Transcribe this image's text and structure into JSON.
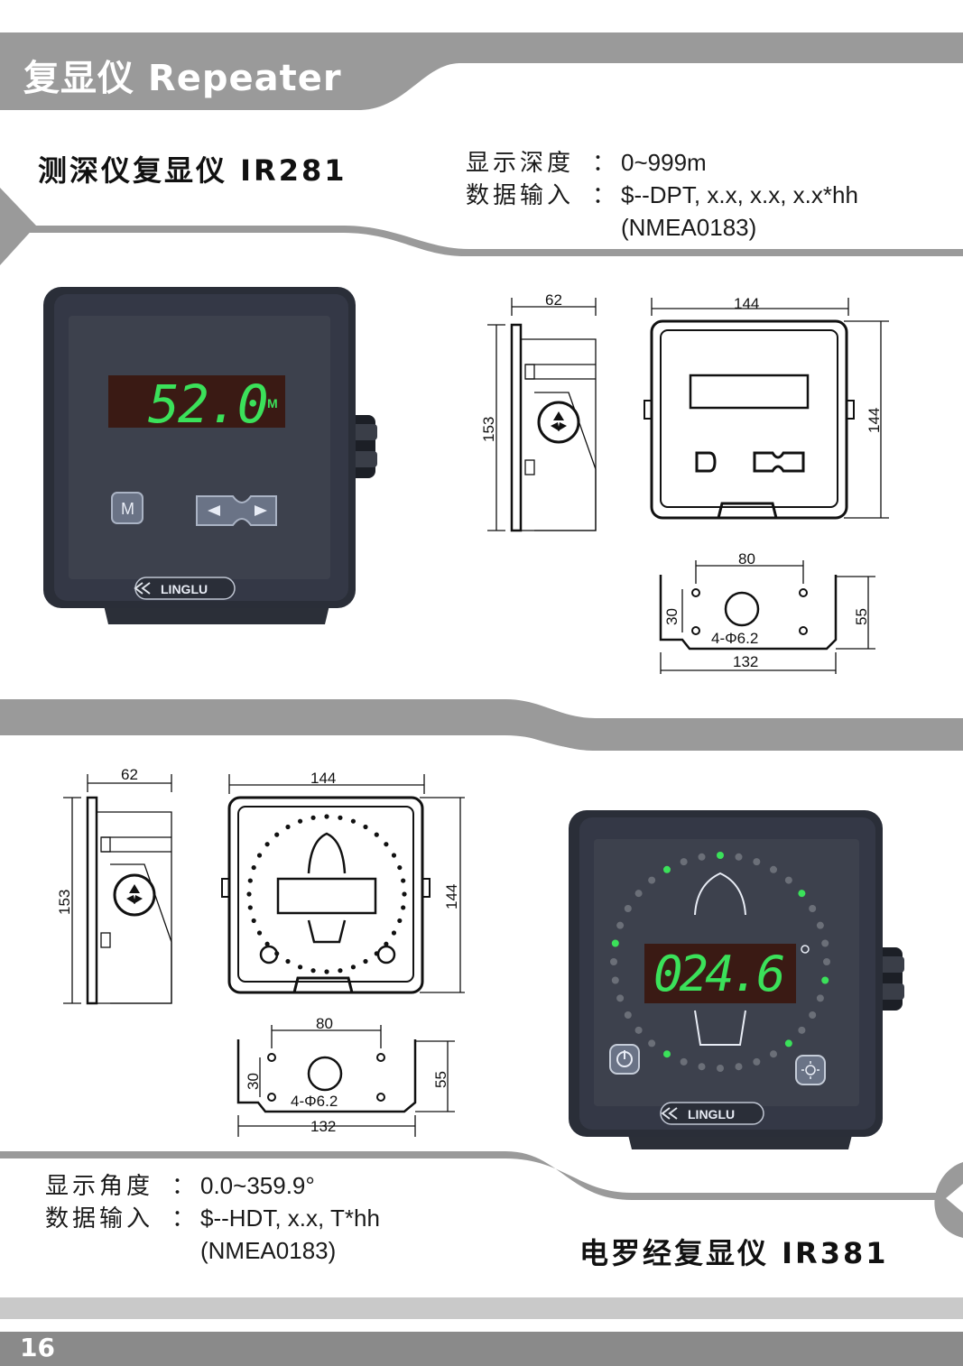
{
  "header": {
    "title": "复显仪 Repeater"
  },
  "product1": {
    "title": "测深仪复显仪   IR281",
    "spec1_label": "显示深度",
    "spec1_colon": "：",
    "spec1_value": "0~999m",
    "spec2_label": "数据输入",
    "spec2_colon": "：",
    "spec2_value": "$--DPT, x.x, x.x, x.x*hh",
    "spec2_value2": "(NMEA0183)",
    "display": "52.0",
    "unit": "M",
    "button_m": "M",
    "logo": "LINGLU",
    "dims": {
      "side_width": "62",
      "side_height": "153",
      "front_width": "144",
      "front_height": "144",
      "hole_span": "80",
      "hole_offset": "30",
      "bracket_height": "55",
      "holes": "4-Φ6.2",
      "bracket_width": "132"
    }
  },
  "product2": {
    "title": "电罗经复显仪  IR381",
    "spec1_label": "显示角度",
    "spec1_colon": "：",
    "spec1_value": "0.0~359.9°",
    "spec2_label": "数据输入",
    "spec2_colon": "：",
    "spec2_value": "$--HDT, x.x, T*hh",
    "spec2_value2": "(NMEA0183)",
    "display": "024.6",
    "logo": "LINGLU",
    "dims": {
      "side_width": "62",
      "side_height": "153",
      "front_width": "144",
      "front_height": "144",
      "hole_span": "80",
      "hole_offset": "30",
      "bracket_height": "55",
      "holes": "4-Φ6.2",
      "bracket_width": "132"
    }
  },
  "footer": {
    "page_number": "16"
  },
  "colors": {
    "band": "#9a9a9a",
    "band_light": "#c9c9c9",
    "device_body": "#2a2e38",
    "display_bg": "#3a1a14",
    "display_text": "#3be15a"
  }
}
